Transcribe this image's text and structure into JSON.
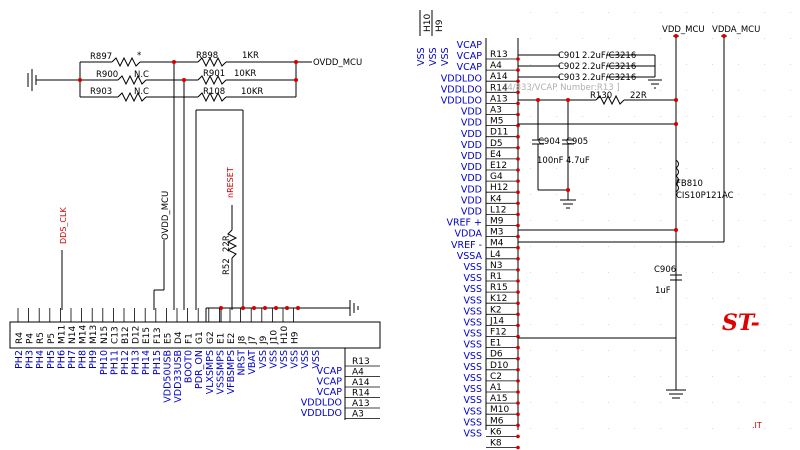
{
  "left": {
    "resistors": [
      {
        "ref": "R897",
        "value": "*"
      },
      {
        "ref": "R898",
        "value": "1KR"
      },
      {
        "ref": "R900",
        "value": "N.C"
      },
      {
        "ref": "R901",
        "value": "10KR"
      },
      {
        "ref": "R903",
        "value": "N.C"
      },
      {
        "ref": "R108",
        "value": "10KR"
      },
      {
        "ref": "R52",
        "value": "22R"
      }
    ],
    "vdd_mcu_top": "OVDD_MCU",
    "vdd_mcu_mid": "OVDD_MCU",
    "nreset": "nRESET",
    "dds_clk": "DDS_CLK",
    "pin_numbers": [
      "R4",
      "P4",
      "R5",
      "P5",
      "M11",
      "N14",
      "M14",
      "M13",
      "N15",
      "C13",
      "B12",
      "D12",
      "E15",
      "F13",
      "E5",
      "D4",
      "F1",
      "G1",
      "G2",
      "E1",
      "E2",
      "J8",
      "J7",
      "J9",
      "J10",
      "H10",
      "H9"
    ],
    "pin_names": [
      "PH2",
      "PH3",
      "PH4",
      "PH5",
      "PH6",
      "PH7",
      "PH8",
      "PH9",
      "PH10",
      "PH11",
      "PH12",
      "PH13",
      "PH14",
      "PH15",
      "VDD50USB",
      "VDD33USB",
      "BOOT0",
      "PDR_ON",
      "VLXSMPS",
      "VSSSMPS",
      "VFBSMPS",
      "NRST",
      "VBAT",
      "VSS",
      "VSS",
      "VSS",
      "VSS",
      "VSS",
      "VSS"
    ],
    "corner_pins": [
      "R13",
      "A4",
      "A14",
      "R14",
      "A13",
      "A3"
    ],
    "corner_names": [
      "VCAP",
      "VCAP",
      "VCAP",
      "VDDLDO",
      "VDDLDO"
    ]
  },
  "right": {
    "top_pins": [
      "H10",
      "H9"
    ],
    "top_names": [
      "VSS",
      "VSS",
      "VSS"
    ],
    "left_names": [
      "VCAP",
      "VCAP",
      "VCAP",
      "VDDLDO",
      "VDDLDO",
      "VDDLDO",
      "VDD",
      "VDD",
      "VDD",
      "VDD",
      "VDD",
      "VDD",
      "VDD",
      "VDD",
      "VDD",
      "VDD",
      "VREF +",
      "VDDA",
      "VREF -",
      "VSSA",
      "VSS",
      "VSS",
      "VSS",
      "VSS",
      "VSS",
      "VSS",
      "VSS",
      "VSS",
      "VSS",
      "VSS",
      "VSS",
      "VSS",
      "VSS",
      "VSS",
      "VSS",
      "VSS"
    ],
    "pin_numbers": [
      "R13",
      "A4",
      "A14",
      "R14",
      "A13",
      "A3",
      "M5",
      "D11",
      "D5",
      "E4",
      "E12",
      "G4",
      "H12",
      "K4",
      "L12",
      "M9",
      "M3",
      "M4",
      "L4",
      "N3",
      "R1",
      "R15",
      "K12",
      "K2",
      "J14",
      "F12",
      "E1",
      "D6",
      "D10",
      "C2",
      "A1",
      "A15",
      "M10",
      "M6",
      "K6",
      "K8"
    ],
    "caps": [
      {
        "ref": "C901",
        "value": "2.2uF/C3216"
      },
      {
        "ref": "C902",
        "value": "2.2uF/C3216"
      },
      {
        "ref": "C903",
        "value": "2.2uF/C3216"
      },
      {
        "ref": "C904",
        "value": "100nF"
      },
      {
        "ref": "C905",
        "value": "4.7uF"
      },
      {
        "ref": "C906",
        "value": "1uF"
      }
    ],
    "r130": {
      "ref": "R130",
      "value": "22R"
    },
    "ferrite": {
      "ref": "FB810",
      "value": "CIS10P121AC"
    },
    "vdd_mcu": "VDD_MCU",
    "vdda_mcu": "VDDA_MCU",
    "grey_note": "[4/833/VCAP Number:R13 ]",
    "title_fragment": "ST-",
    "footer": ".IT"
  }
}
